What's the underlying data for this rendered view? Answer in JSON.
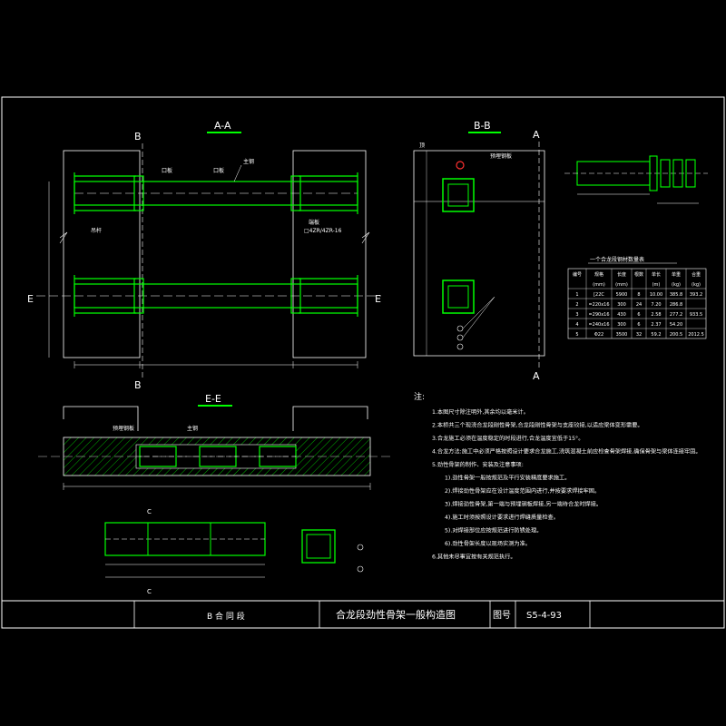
{
  "colors": {
    "background": "#000000",
    "line": "#ffffff",
    "member": "#00ff00",
    "dim": "#00e5ff",
    "accent": "#ff3030",
    "title": "#ffffff"
  },
  "views": {
    "aa": {
      "title": "A-A",
      "cut_b": "B",
      "cut_e": "E",
      "lbl_pipe": "吊杆",
      "lbl_plate": "口板",
      "lbl_tube": "口板",
      "lbl_end": "端板",
      "lbl_spec": "□4ZR/4ZR-16",
      "lbl_main": "主钢"
    },
    "bb": {
      "title": "B-B",
      "cut_a": "A",
      "lbl_top": "顶",
      "lbl_note": "预埋钢板"
    },
    "ee": {
      "title": "E-E",
      "lbl_left": "预埋钢板",
      "lbl_right": "主钢"
    }
  },
  "table": {
    "title": "一个合龙段钢材数量表",
    "headers": [
      "编号",
      "规格",
      "长度",
      "根数",
      "单长",
      "单重",
      "合重"
    ],
    "sub_units": [
      "",
      "(mm)",
      "(mm)",
      "",
      "(m)",
      "(kg)",
      "(kg)"
    ],
    "rows": [
      [
        "1",
        "[22C",
        "5900",
        "8",
        "10.00",
        "385.8",
        "393.2"
      ],
      [
        "2",
        "=220x16",
        "300",
        "24",
        "7.20",
        "286.8",
        ""
      ],
      [
        "3",
        "=290x16",
        "430",
        "6",
        "2.58",
        "277.2",
        "933.5"
      ],
      [
        "4",
        "=240x16",
        "300",
        "6",
        "2.37",
        "54.20",
        ""
      ],
      [
        "5",
        "Φ22",
        "3500",
        "32",
        "59.2",
        "200.5",
        "2012.5"
      ]
    ]
  },
  "notes": {
    "heading": "注:",
    "items": [
      "1.本图尺寸除注明外,其余均以毫米计。",
      "2.本桥共三个现浇合龙段刚性骨架,合龙段刚性骨架与支座铰接,以适应梁体变形需要。",
      "3.合龙施工必须在温度稳定的时段进行,合龙温度宜低于15°。",
      "4.合龙方法:施工中必须严格按照设计要求合龙施工,浇筑混凝土前应检查骨架焊接,确保骨架与梁体连接牢固。",
      "5.劲性骨架的制作、安装及注意事项:",
      "1).劲性骨架一般按规范及平行安装精度要求施工。",
      "2).焊接劲性骨架应在设计温度范围内进行,并按要求焊接牢固。",
      "3).焊接劲性骨架,第一端与预埋钢板焊接,另一端待合龙时焊接。",
      "4).施工时须按照设计要求进行焊缝质量检查。",
      "5).对焊接部位应按规范进行防锈处理。",
      "6).劲性骨架长度以现场实测为准。",
      "6.其他未尽事宜按有关规范执行。"
    ]
  },
  "title_block": {
    "segment": "B 合 同 段",
    "drawing_title": "合龙段劲性骨架一般构造图",
    "number_label": "图号",
    "number": "S5-4-93"
  }
}
